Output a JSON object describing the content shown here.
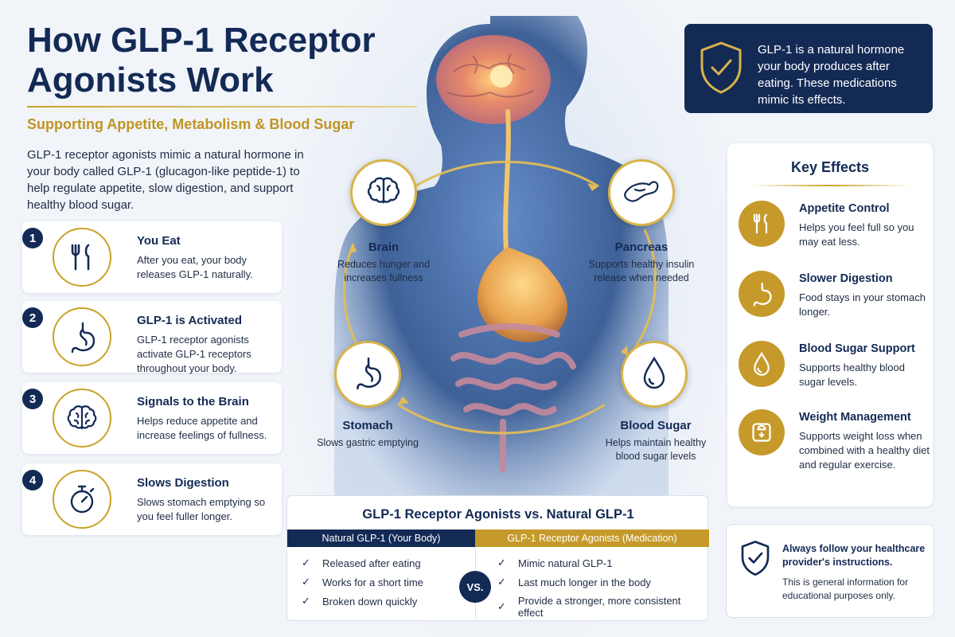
{
  "header": {
    "title": "How GLP-1 Receptor Agonists Work",
    "subtitle": "Supporting Appetite, Metabolism & Blood Sugar",
    "intro": "GLP-1 receptor agonists mimic a natural hormone in your body called GLP-1 (glucagon-like peptide-1) to help regulate appetite, slow digestion, and support healthy blood sugar."
  },
  "steps": [
    {
      "num": "1",
      "title": "You Eat",
      "desc": "After you eat, your body releases GLP-1 naturally.",
      "icon": "fork-knife-icon"
    },
    {
      "num": "2",
      "title": "GLP-1 is Activated",
      "desc": "GLP-1 receptor agonists activate GLP-1 receptors throughout your body.",
      "icon": "stomach-icon"
    },
    {
      "num": "3",
      "title": "Signals to the Brain",
      "desc": "Helps reduce appetite and increase feelings of fullness.",
      "icon": "brain-icon"
    },
    {
      "num": "4",
      "title": "Slows Digestion",
      "desc": "Slows stomach emptying so you feel fuller longer.",
      "icon": "stopwatch-icon"
    }
  ],
  "cycle": {
    "brain": {
      "title": "Brain",
      "desc": "Reduces hunger and increases fullness",
      "icon": "brain-icon"
    },
    "pancreas": {
      "title": "Pancreas",
      "desc": "Supports healthy insulin release when needed",
      "icon": "pancreas-icon"
    },
    "blood_sugar": {
      "title": "Blood Sugar",
      "desc": "Helps maintain healthy blood sugar levels",
      "icon": "blood-drop-icon"
    },
    "stomach": {
      "title": "Stomach",
      "desc": "Slows gastric emptying",
      "icon": "stomach-icon"
    }
  },
  "note": {
    "text": "GLP-1 is a natural hormone your body produces after eating. These medications mimic its effects.",
    "icon": "shield-check-icon"
  },
  "key_effects": {
    "heading": "Key Effects",
    "items": [
      {
        "title": "Appetite Control",
        "desc": "Helps you feel full so you may eat less.",
        "icon": "fork-knife-icon"
      },
      {
        "title": "Slower Digestion",
        "desc": "Food stays in your stomach longer.",
        "icon": "stomach-icon"
      },
      {
        "title": "Blood Sugar Support",
        "desc": "Supports healthy blood sugar levels.",
        "icon": "blood-drop-icon"
      },
      {
        "title": "Weight Management",
        "desc": "Supports weight loss when combined with a healthy diet and regular exercise.",
        "icon": "scale-icon"
      }
    ]
  },
  "comparison": {
    "title": "GLP-1 Receptor Agonists vs. Natural GLP-1",
    "left_header": "Natural GLP-1 (Your Body)",
    "right_header": "GLP-1 Receptor Agonists (Medication)",
    "vs": "VS.",
    "left_items": [
      "Released after eating",
      "Works for a short time",
      "Broken down quickly"
    ],
    "right_items": [
      "Mimic natural GLP-1",
      "Last much longer in the body",
      "Provide a stronger, more consistent effect"
    ]
  },
  "disclaimer": {
    "bold": "Always follow your healthcare provider's instructions.",
    "text": "This is general information for educational purposes only.",
    "icon": "shield-check-icon"
  },
  "colors": {
    "navy": "#132a55",
    "gold": "#c59a2a",
    "background": "#f1f4f9"
  }
}
